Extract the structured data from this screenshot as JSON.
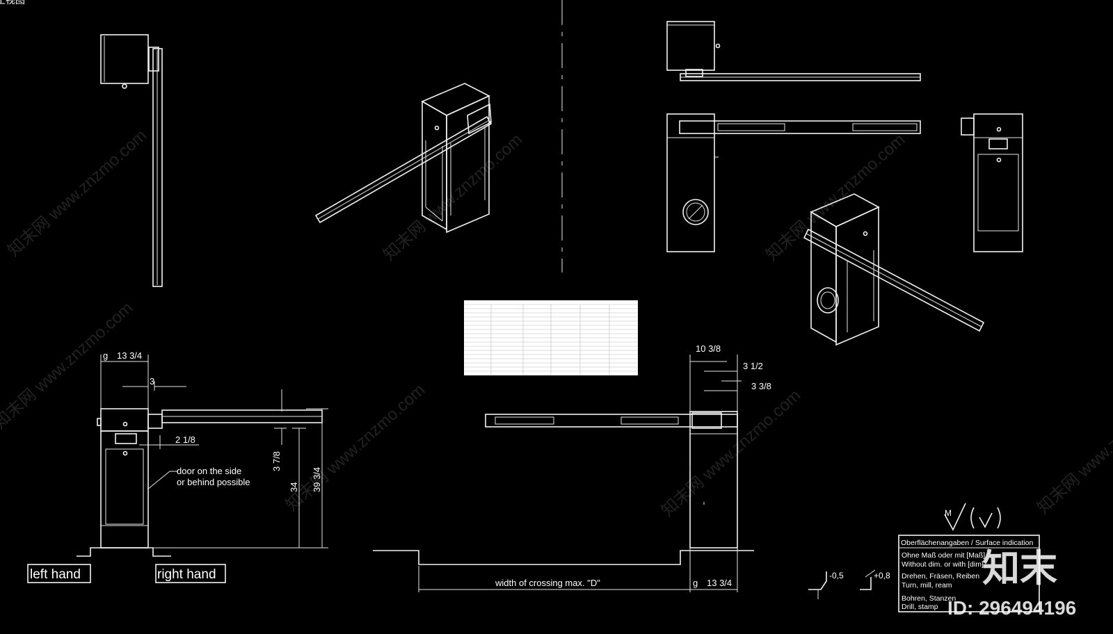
{
  "sheet_title": "正视图",
  "dimensions": {
    "top_left": "13 3/4",
    "small_3": "3",
    "arm_offset": "2 1/8",
    "arm_height": "3 7/8",
    "height_34": "34",
    "height_total": "39 3/4",
    "right_width": "10 3/8",
    "right_31_2": "3 1/2",
    "right_33_8": "3 3/8",
    "bottom_right": "13 3/4",
    "g_left": "g",
    "g_right": "g"
  },
  "notes": {
    "door_line1": "door on the side",
    "door_line2": "or behind possible",
    "crossing": "width of crossing max. \"D\""
  },
  "hand_labels": {
    "left": "left hand",
    "right": "right hand"
  },
  "surface_box": {
    "symbol_m": "M",
    "header": "Oberflächenangaben / Surface indication",
    "line1": "Ohne Maß oder mit [Maß]",
    "line2": "Without dim. or with [dim]",
    "line3": "Drehen, Fräsen, Reiben",
    "line4": "Turn, mill, ream",
    "line5": "Bohren, Stanzen",
    "line6": "Drill, stamp"
  },
  "tolerances": {
    "minus": "-0,5",
    "plus": "+0,8"
  },
  "watermark": {
    "text": "知末网 www.znzmo.com",
    "brand": "知末",
    "id": "ID: 296494196"
  }
}
